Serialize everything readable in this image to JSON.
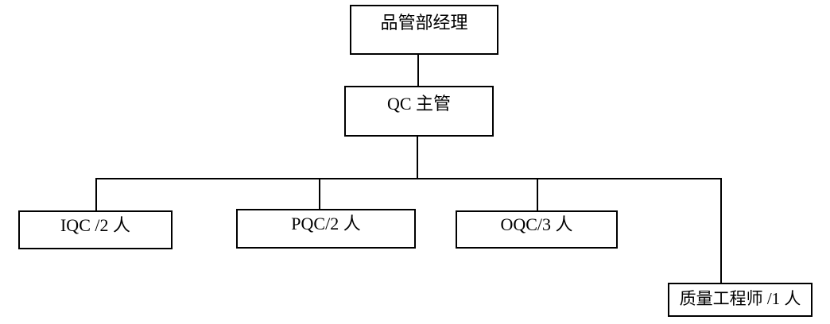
{
  "diagram": {
    "type": "org-chart",
    "background_color": "#ffffff",
    "line_color": "#000000",
    "text_color": "#000000",
    "nodes": {
      "manager": {
        "label": "品管部经理"
      },
      "qc_supervisor": {
        "label": "QC 主管"
      },
      "iqc": {
        "label": "IQC /2 人"
      },
      "pqc": {
        "label": "PQC/2 人"
      },
      "oqc": {
        "label": "OQC/3 人"
      },
      "quality_engineer": {
        "label": "质量工程师 /1 人"
      }
    },
    "edges": [
      {
        "from": "品管部经理",
        "to": "QC 主管"
      },
      {
        "from": "QC 主管",
        "to": "IQC /2 人"
      },
      {
        "from": "QC 主管",
        "to": "PQC/2 人"
      },
      {
        "from": "QC 主管",
        "to": "OQC/3 人"
      },
      {
        "from": "QC 主管",
        "to": "质量工程师 /1 人"
      }
    ]
  }
}
